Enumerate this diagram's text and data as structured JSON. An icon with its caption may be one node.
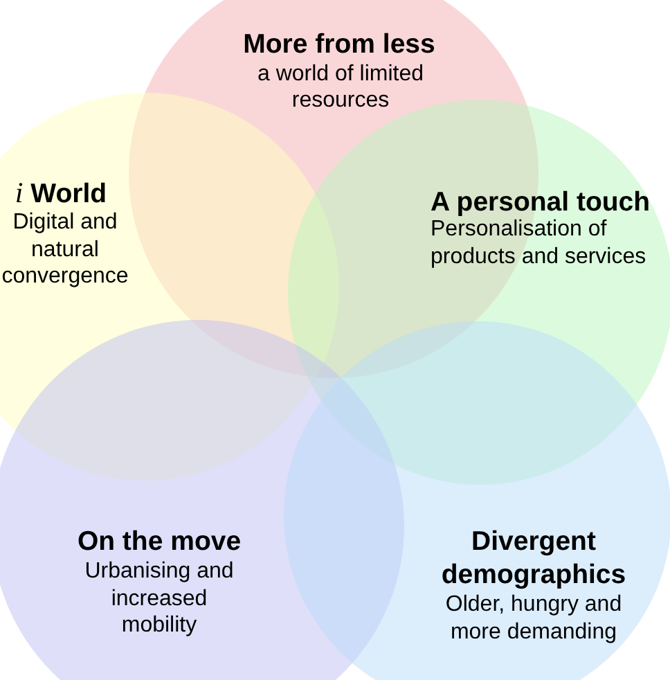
{
  "diagram": {
    "nodes": [
      {
        "text": [
          "More from less",
          "a world of limited resources"
        ]
      },
      {
        "text": [
          "*i* World",
          "Digital and natural convergence"
        ]
      },
      {
        "text": [
          "A personal touch",
          "Personalisation of products and services"
        ]
      },
      {
        "text": [
          "On the move",
          "Urbanising and increased mobility"
        ]
      },
      {
        "text": [
          "Divergent demographics",
          "Older, hungry and more demanding"
        ]
      }
    ]
  }
}
